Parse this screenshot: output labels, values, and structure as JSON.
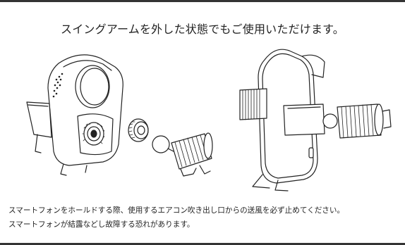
{
  "heading": "スイングアームを外した状態でもご使用いただけます。",
  "illustrations": {
    "left": "mount-disassembled-illustration",
    "right": "mount-assembled-illustration"
  },
  "notes": {
    "line1": "スマートフォンをホールドする際、使用するエアコン吹き出し口からの送風を必ず止めてください。",
    "line2": "スマートフォンが結露などし故障する恐れがあります。"
  }
}
